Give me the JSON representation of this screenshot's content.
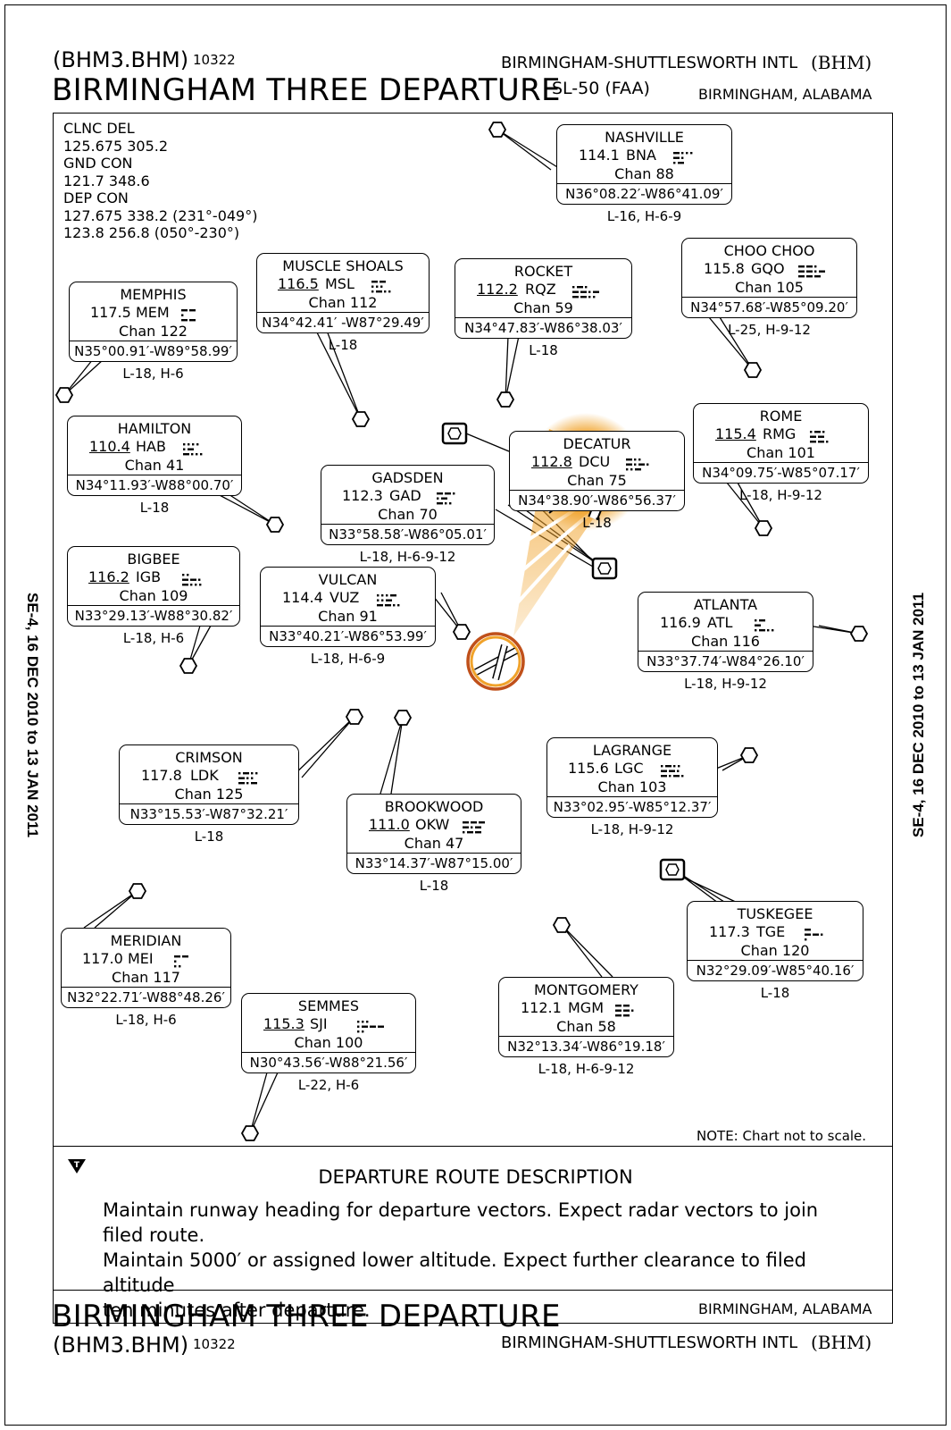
{
  "header": {
    "code": "(BHM3.BHM)",
    "number": "10322",
    "title": "BIRMINGHAM THREE DEPARTURE",
    "airport": "BIRMINGHAM-SHUTTLESWORTH INTL",
    "airport_id": "(BHM)",
    "sl": "SL-50 (FAA)",
    "city": "BIRMINGHAM,  ALABAMA"
  },
  "footer": {
    "title": "BIRMINGHAM THREE DEPARTURE",
    "code": "(BHM3.BHM)",
    "number": "10322",
    "city": "BIRMINGHAM,  ALABAMA",
    "airport": "BIRMINGHAM-SHUTTLESWORTH INTL",
    "airport_id": "(BHM)"
  },
  "side_text": "SE-4, 16 DEC 2010 to 13 JAN 2011",
  "frequencies": [
    "CLNC DEL",
    "125.675  305.2",
    "GND CON",
    "121.7  348.6",
    "DEP CON",
    "127.675  338.2  (231°-049°)",
    "123.8  256.8  (050°-230°)"
  ],
  "navaids": [
    {
      "name": "NASHVILLE",
      "freq": "114.1",
      "ident": "BNA",
      "morse": "-... -. .-",
      "chan": "Chan 88",
      "coords": "N36°08.22′-W86°41.09′",
      "charts": "L-16, H-6-9",
      "underline": false
    },
    {
      "name": "MUSCLE SHOALS",
      "freq": "116.5",
      "ident": "MSL",
      "morse": "-- ... .-..",
      "chan": "Chan 112",
      "coords": "N34°42.41′ -W87°29.49′",
      "charts": "L-18",
      "underline": true
    },
    {
      "name": "ROCKET",
      "freq": "112.2",
      "ident": "RQZ",
      "morse": ".-. --.- --..",
      "chan": "Chan 59",
      "coords": "N34°47.83′-W86°38.03′",
      "charts": "L-18",
      "underline": true
    },
    {
      "name": "CHOO CHOO",
      "freq": "115.8",
      "ident": "GQO",
      "morse": "--. --.- ---",
      "chan": "Chan 105",
      "coords": "N34°57.68′-W85°09.20′",
      "charts": "L-25, H-9-12",
      "underline": false
    },
    {
      "name": "MEMPHIS",
      "freq": "117.5",
      "ident": "MEM",
      "morse": "-- . --",
      "chan": "Chan 122",
      "coords": "N35°00.91′-W89°58.99′",
      "charts": "L-18, H-6",
      "underline": false
    },
    {
      "name": "DECATUR",
      "freq": "112.8",
      "ident": "DCU",
      "morse": "-.. -.-. ..-",
      "chan": "Chan 75",
      "coords": "N34°38.90′-W86°56.37′",
      "charts": "L-18",
      "underline": true
    },
    {
      "name": "ROME",
      "freq": "115.4",
      "ident": "RMG",
      "morse": ".-. -- --.",
      "chan": "Chan 101",
      "coords": "N34°09.75′-W85°07.17′",
      "charts": "L-18, H-9-12",
      "underline": true
    },
    {
      "name": "HAMILTON",
      "freq": "110.4",
      "ident": "HAB",
      "morse": ".... .- -...",
      "chan": "Chan 41",
      "coords": "N34°11.93′-W88°00.70′",
      "charts": "L-18",
      "underline": true
    },
    {
      "name": "GADSDEN",
      "freq": "112.3",
      "ident": "GAD",
      "morse": "--. .- -..",
      "chan": "Chan 70",
      "coords": "N33°58.58′-W86°05.01′",
      "charts": "L-18, H-6-9-12",
      "underline": false
    },
    {
      "name": "BIGBEE",
      "freq": "116.2",
      "ident": "IGB",
      "morse": ".. --. -...",
      "chan": "Chan 109",
      "coords": "N33°29.13′-W88°30.82′",
      "charts": "L-18, H-6",
      "underline": true
    },
    {
      "name": "VULCAN",
      "freq": "114.4",
      "ident": "VUZ",
      "morse": "...- ..- --..",
      "chan": "Chan 91",
      "coords": "N33°40.21′-W86°53.99′",
      "charts": "L-18, H-6-9",
      "underline": false
    },
    {
      "name": "ATLANTA",
      "freq": "116.9",
      "ident": "ATL",
      "morse": ".- - .-..",
      "chan": "Chan 116",
      "coords": "N33°37.74′-W84°26.10′",
      "charts": "L-18, H-9-12",
      "underline": false
    },
    {
      "name": "CRIMSON",
      "freq": "117.8",
      "ident": "LDK",
      "morse": ".-.. -.. -.-",
      "chan": "Chan 125",
      "coords": "N33°15.53′-W87°32.21′",
      "charts": "L-18",
      "underline": false
    },
    {
      "name": "LAGRANGE",
      "freq": "115.6",
      "ident": "LGC",
      "morse": ".-.. --. -.-.",
      "chan": "Chan 103",
      "coords": "N33°02.95′-W85°12.37′",
      "charts": "L-18, H-9-12",
      "underline": false
    },
    {
      "name": "BROOKWOOD",
      "freq": "111.0",
      "ident": "OKW",
      "morse": "--- -.- .--",
      "chan": "Chan 47",
      "coords": "N33°14.37′-W87°15.00′",
      "charts": "L-18",
      "underline": true
    },
    {
      "name": "TUSKEGEE",
      "freq": "117.3",
      "ident": "TGE",
      "morse": "- --. .",
      "chan": "Chan 120",
      "coords": "N32°29.09′-W85°40.16′",
      "charts": "L-18",
      "underline": false
    },
    {
      "name": "MERIDIAN",
      "freq": "117.0",
      "ident": "MEI",
      "morse": "-- . ..",
      "chan": "Chan 117",
      "coords": "N32°22.71′-W88°48.26′",
      "charts": "L-18, H-6",
      "underline": false
    },
    {
      "name": "SEMMES",
      "freq": "115.3",
      "ident": "SJI",
      "morse": "... .--- ..",
      "chan": "Chan 100",
      "coords": "N30°43.56′-W88°21.56′",
      "charts": "L-22, H-6",
      "underline": true
    },
    {
      "name": "MONTGOMERY",
      "freq": "112.1",
      "ident": "MGM",
      "morse": "-- --. --",
      "chan": "Chan 58",
      "coords": "N32°13.34′-W86°19.18′",
      "charts": "L-18, H-6-9-12",
      "underline": false
    }
  ],
  "note": "NOTE: Chart not to scale.",
  "description": {
    "title": "DEPARTURE ROUTE DESCRIPTION",
    "line1": "Maintain runway heading for departure vectors. Expect radar vectors to join filed route.",
    "line2": "Maintain 5000′ or assigned lower altitude. Expect further clearance to filed altitude",
    "line3": "ten minutes after departure."
  },
  "colors": {
    "highlight": "#f0a22a",
    "ink": "#000000"
  }
}
